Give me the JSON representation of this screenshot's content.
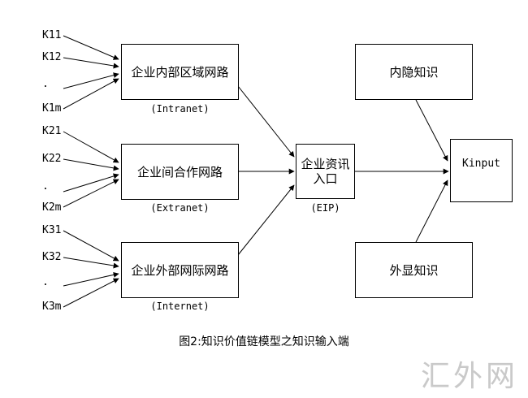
{
  "boxes": {
    "intranet": "企业内部区域网路",
    "extranet": "企业间合作网路",
    "internet": "企业外部网际网路",
    "eip_line1": "企业资讯",
    "eip_line2": "入口",
    "tacit": "内隐知识",
    "explicit": "外显知识",
    "kinput": "Kinput"
  },
  "sublabels": {
    "intranet": "(Intranet)",
    "extranet": "(Extranet)",
    "internet": "(Internet)",
    "eip": "(EIP)"
  },
  "inputs": {
    "group1": [
      "K11",
      "K12",
      ".",
      "K1m"
    ],
    "group2": [
      "K21",
      "K22",
      ".",
      "K2m"
    ],
    "group3": [
      "K31",
      "K32",
      ".",
      "K3m"
    ]
  },
  "caption": "图2:知识价值链模型之知识输入端",
  "watermark": "汇外网"
}
